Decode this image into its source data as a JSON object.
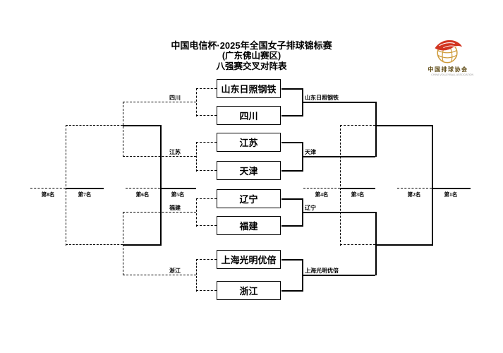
{
  "header": {
    "title": "中国电信杯·2025年全国女子排球锦标赛",
    "subtitle_venue": "(广东佛山赛区)",
    "subtitle_stage": "八强赛交叉对阵表"
  },
  "logo": {
    "name": "中国排球协会",
    "name_en": "CHINA VOLLEYBALL ASSOCIATION",
    "icon": "volleyball-with-red-swoosh"
  },
  "bracket": {
    "teams": [
      "山东日照钢铁",
      "四川",
      "江苏",
      "天津",
      "辽宁",
      "福建",
      "上海光明优倍",
      "浙江"
    ],
    "qf_winners": [
      "山东日照钢铁",
      "天津",
      "辽宁",
      "上海光明优倍"
    ],
    "qf_losers": [
      "四川",
      "江苏",
      "福建",
      "浙江"
    ],
    "ranks": [
      "第8名",
      "第7名",
      "第6名",
      "第5名",
      "第4名",
      "第3名",
      "第2名",
      "第1名"
    ]
  },
  "colors": {
    "line": "#000000",
    "background": "#ffffff",
    "logo_gold": "#CE9B3B",
    "logo_red": "#D23420",
    "logo_text": "#5E4A14"
  }
}
